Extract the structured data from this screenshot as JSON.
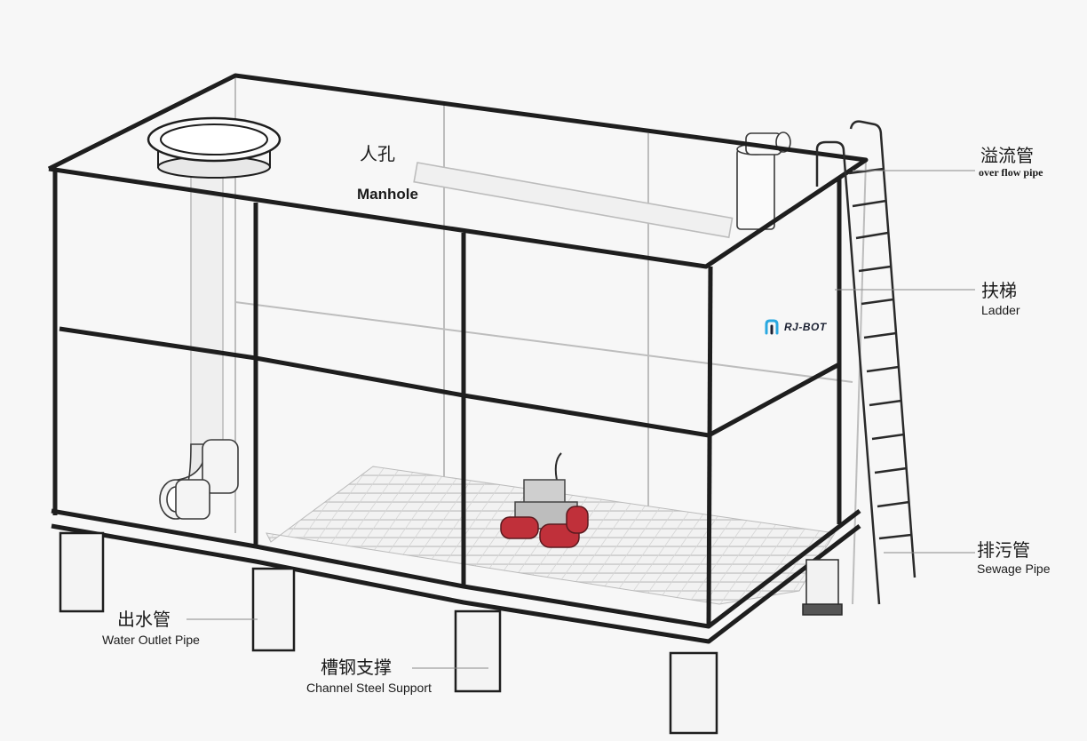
{
  "labels": {
    "manhole": {
      "zh": "人孔",
      "en": "Manhole"
    },
    "overflow_pipe": {
      "zh": "溢流管",
      "en": "over flow pipe"
    },
    "ladder": {
      "zh": "扶梯",
      "en": "Ladder"
    },
    "sewage_pipe": {
      "zh": "排污管",
      "en": "Sewage Pipe"
    },
    "water_outlet_pipe": {
      "zh": "出水管",
      "en": "Water Outlet Pipe"
    },
    "channel_steel_support": {
      "zh": "槽钢支撑",
      "en": "Channel Steel Support"
    }
  },
  "brand": {
    "name": "RJ-BOT",
    "logo_icon": "rj-logo-icon",
    "accent": "#2aa8e0"
  },
  "colors": {
    "line": "#2b2b2b",
    "robot_track": "#c0303a",
    "robot_body": "#cfcfcf"
  }
}
